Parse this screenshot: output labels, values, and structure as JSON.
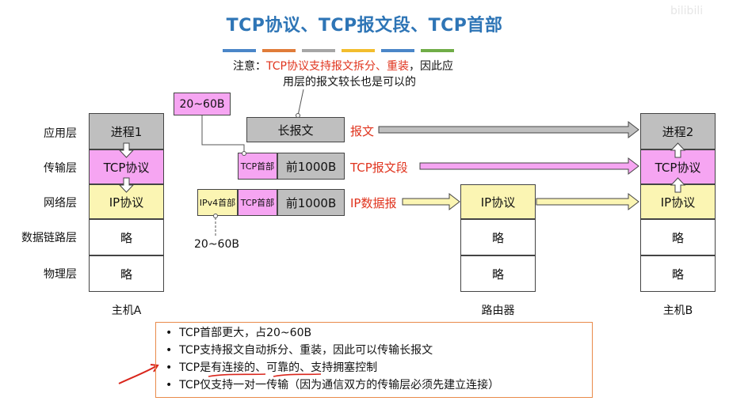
{
  "title": "TCP协议、TCP报文段、TCP首部",
  "watermark": "bilibili",
  "color_strips": [
    "#4a86c8",
    "#e07c39",
    "#a6a6a6",
    "#f2bd2d",
    "#4a86c8",
    "#70ad47"
  ],
  "note": {
    "prefix": "注意：",
    "highlight": "TCP协议支持报文拆分、重装",
    "suffix": "，因此应",
    "line2": "用层的报文较长也是可以的"
  },
  "layers": [
    "应用层",
    "传输层",
    "网络层",
    "数据链路层",
    "物理层"
  ],
  "host_a": {
    "label": "主机A",
    "app": "进程1",
    "transport": "TCP协议",
    "network": "IP协议",
    "link": "略",
    "physical": "略"
  },
  "router": {
    "label": "路由器",
    "network": "IP协议",
    "link": "略",
    "physical": "略"
  },
  "host_b": {
    "label": "主机B",
    "app": "进程2",
    "transport": "TCP协议",
    "network": "IP协议",
    "link": "略",
    "physical": "略"
  },
  "middle": {
    "tcp_header_size": "20~60B",
    "ip_header_size": "20~60B",
    "long_message": "长报文",
    "tcp_header": "TCP首部",
    "segment_data": "前1000B",
    "ipv4_header": "IPv4首部",
    "tcp_header2": "TCP首部",
    "packet_data": "前1000B"
  },
  "flow_labels": {
    "message": "报文",
    "segment": "TCP报文段",
    "datagram": "IP数据报"
  },
  "bullets": [
    "TCP首部更大，占20~60B",
    "TCP支持报文自动拆分、重装，因此可以传输长报文",
    "TCP是有连接的、可靠的、支持拥塞控制",
    "TCP仅支持一对一传输（因为通信双方的传输层必须先建立连接）"
  ]
}
